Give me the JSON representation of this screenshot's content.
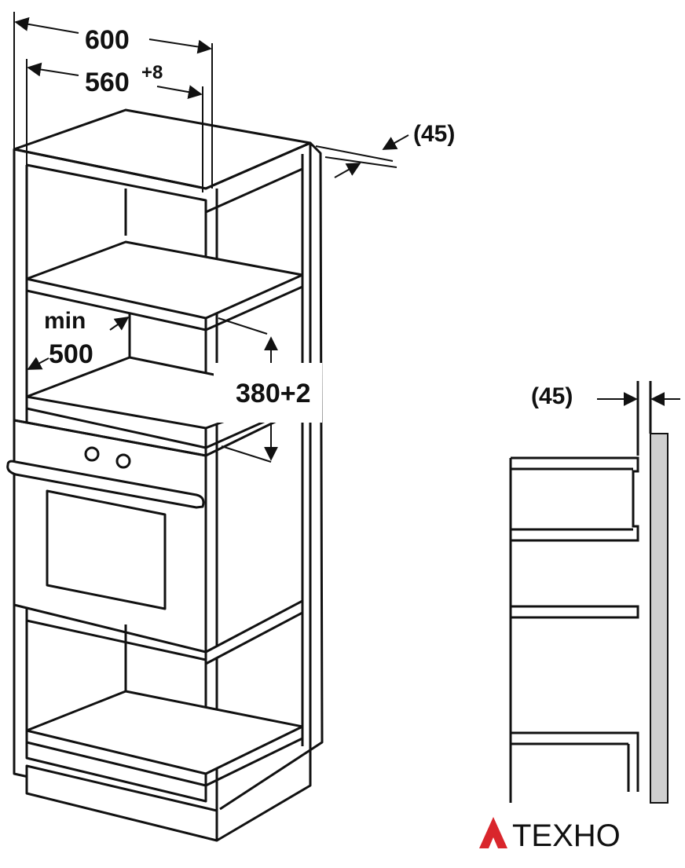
{
  "dimensions": {
    "overall_width": "600",
    "niche_width": "560",
    "niche_width_tolerance": "+8",
    "depth_offset_top": "(45)",
    "depth_offset_side": "(45)",
    "min_label": "min",
    "min_depth": "500",
    "niche_height": "380+2"
  },
  "brand": {
    "logo_glyph": "A",
    "logo_text": "ТЕХНО",
    "accent_color": "#d9262c"
  },
  "colors": {
    "line": "#111111",
    "side_panel": "#cfcfcf"
  }
}
